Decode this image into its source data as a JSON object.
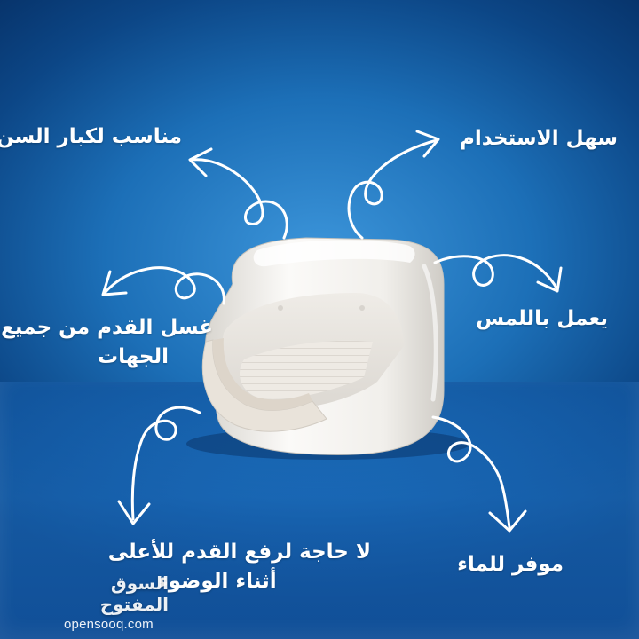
{
  "features": {
    "easy_to_use": "سهل الاستخدام",
    "suitable_elderly": "مناسب لكبار السن",
    "works_by_touch": "يعمل باللمس",
    "wash_all_sides": [
      "غسل القدم من جميع",
      "الجهات"
    ],
    "no_need_raise": [
      "لا حاجة لرفع القدم للأعلى",
      "أثناء الوضوء"
    ],
    "water_saver": "موفر للماء"
  },
  "watermark": {
    "arabic": "السوق المفتوح",
    "latin": "opensooq.com"
  },
  "colors": {
    "background": "#1c6fb7",
    "text": "#ffffff",
    "product": "#f2efea"
  }
}
